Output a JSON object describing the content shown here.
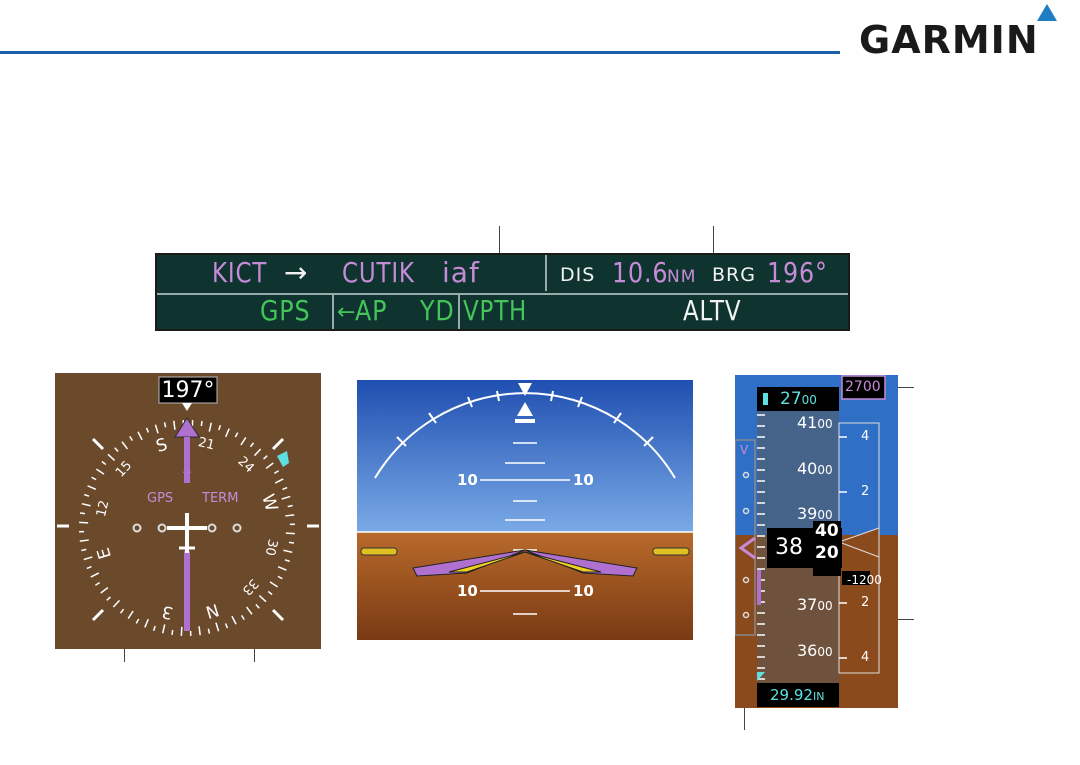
{
  "brand": {
    "name": "GARMIN"
  },
  "navbar": {
    "from": "KICT",
    "arrow": "→",
    "to": "CUTIK",
    "to_suffix": "iaf",
    "dis_label": "DIS",
    "dis_value": "10.6",
    "dis_unit": "NM",
    "brg_label": "BRG",
    "brg_value": "196°",
    "lateral_mode": "GPS",
    "ap_arrow": "←",
    "ap": "AP",
    "yd": "YD",
    "vertical_active": "VPTH",
    "vertical_armed": "ALTV"
  },
  "hsi": {
    "heading": "197°",
    "nav_source": "GPS",
    "cdi_mode": "TERM",
    "compass_labels": [
      "S",
      "21",
      "24",
      "W",
      "30",
      "33",
      "N",
      "3",
      "E",
      "12",
      "15"
    ]
  },
  "adi": {
    "pitch_up_left": "10",
    "pitch_up_right": "10",
    "pitch_down_left": "10",
    "pitch_down_right": "10"
  },
  "altimeter": {
    "selected_alt": "2700",
    "selected_alt_big": "27",
    "selected_alt_small": "00",
    "target_alt_box": "2700",
    "ticks": [
      {
        "big": "41",
        "small": "00"
      },
      {
        "big": "40",
        "small": "00"
      },
      {
        "big": "39",
        "small": "00"
      },
      {
        "big": "37",
        "small": "00"
      },
      {
        "big": "36",
        "small": "00"
      }
    ],
    "current_big": "38",
    "current_upper": "40",
    "current_lower": "20",
    "vsi_top": "4",
    "vsi_upper": "2",
    "vsi_lower": "2",
    "vsi_bottom": "4",
    "vs_required": "-1200",
    "vdev_label": "V",
    "baro": "29.92",
    "baro_unit": "IN"
  },
  "colors": {
    "magenta": "#c68bd6",
    "green": "#45c45a",
    "cyan": "#5fe0e0",
    "sky": "#2f6fc6",
    "ground": "#8a4a1c"
  }
}
